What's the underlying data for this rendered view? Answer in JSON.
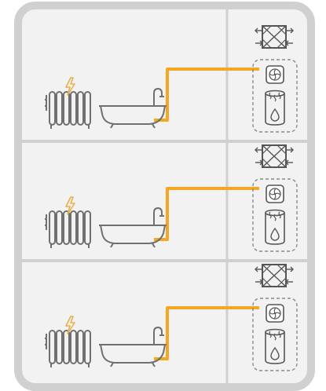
{
  "diagram": {
    "floor_count": 3,
    "floors": [
      {
        "id": "floor-1",
        "has_radiator": true,
        "has_electric_heating": true,
        "has_bathtub": true,
        "has_ventilation_unit": true,
        "has_heat_pump": true,
        "has_water_heater": true
      },
      {
        "id": "floor-2",
        "has_radiator": true,
        "has_electric_heating": true,
        "has_bathtub": true,
        "has_ventilation_unit": true,
        "has_heat_pump": true,
        "has_water_heater": true
      },
      {
        "id": "floor-3",
        "has_radiator": true,
        "has_electric_heating": true,
        "has_bathtub": true,
        "has_ventilation_unit": true,
        "has_heat_pump": true,
        "has_water_heater": true
      }
    ],
    "icons": [
      "radiator-icon",
      "lightning-icon",
      "bathtub-icon",
      "ventilation-heat-exchanger-icon",
      "heat-pump-fan-icon",
      "water-heater-icon"
    ],
    "colors": {
      "frame": "#d0d0d0",
      "panel": "#f2f2f2",
      "outline": "#707070",
      "pipe": "#f5a623",
      "lightning": "#e9b04a"
    }
  }
}
